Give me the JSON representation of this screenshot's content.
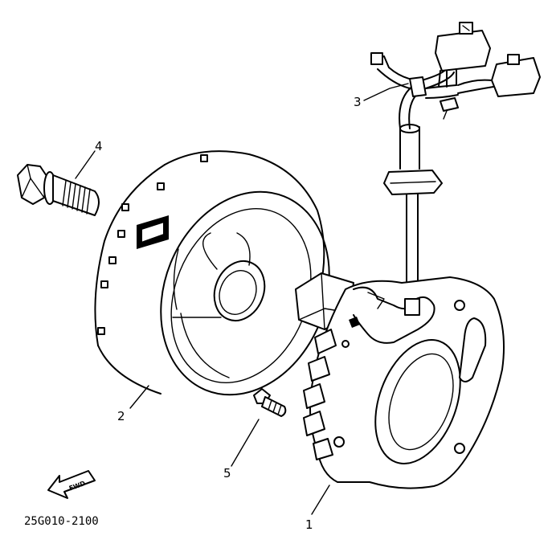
{
  "figure": {
    "part_code": "25G010-2100",
    "forward_marker": "FWD",
    "callouts": [
      {
        "id": "stator",
        "number": "1"
      },
      {
        "id": "rotor",
        "number": "2"
      },
      {
        "id": "pickup-coil-harness",
        "number": "3"
      },
      {
        "id": "flange-bolt",
        "number": "4"
      },
      {
        "id": "screw",
        "number": "5"
      }
    ]
  }
}
